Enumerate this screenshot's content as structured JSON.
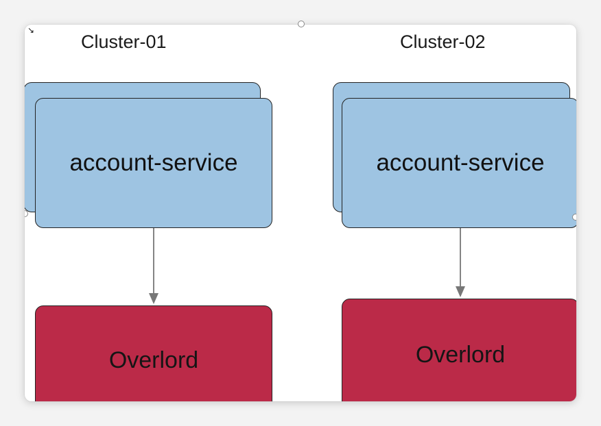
{
  "clusters": [
    {
      "title": "Cluster-01",
      "service_label": "account-service",
      "target_label": "Overlord"
    },
    {
      "title": "Cluster-02",
      "service_label": "account-service",
      "target_label": "Overlord"
    }
  ],
  "colors": {
    "service_fill": "#9ec4e2",
    "overlord_fill": "#bb2a48",
    "edge": "#777777"
  },
  "icons": {
    "corner": "resize-icon"
  }
}
